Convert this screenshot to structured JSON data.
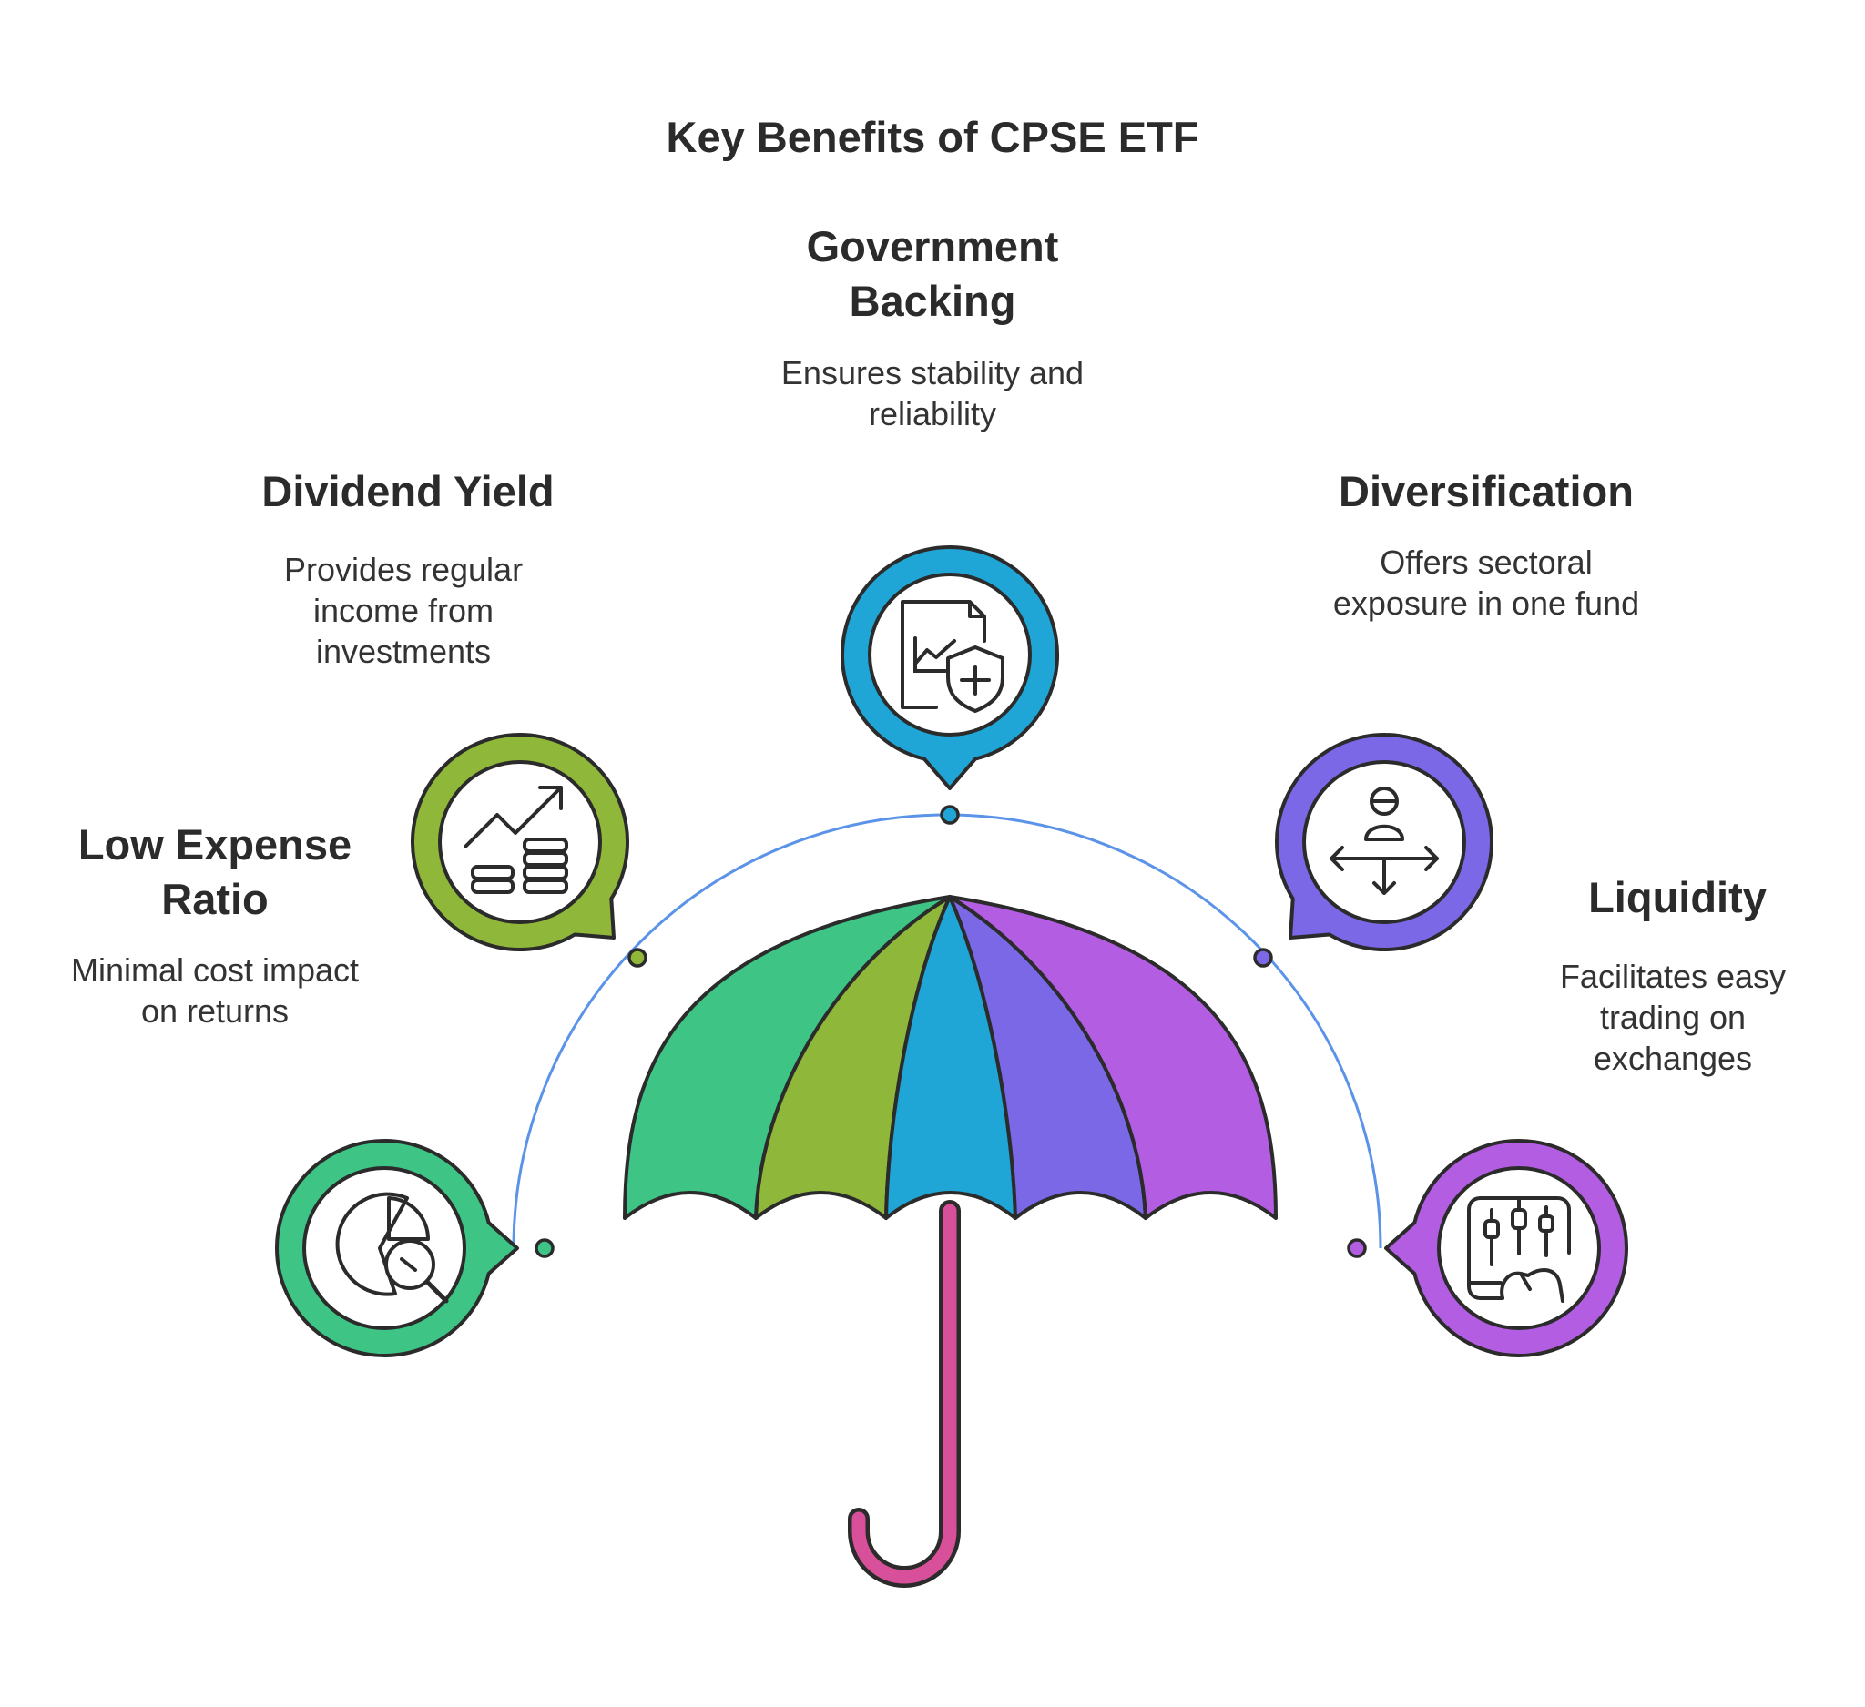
{
  "title": "Key Benefits of CPSE ETF",
  "colors": {
    "arc": "#5b93e8",
    "outline": "#2b2b2b",
    "handle": "#d9509a",
    "green": "#3ec585",
    "olive": "#8fb73a",
    "blue": "#1fa6d6",
    "violet": "#7b68e6",
    "purple": "#b35de3"
  },
  "benefits": [
    {
      "heading_lines": [
        "Low Expense",
        "Ratio"
      ],
      "description_lines": [
        "Minimal cost impact",
        "on returns"
      ],
      "color": "#3ec585",
      "icon": "pie-chart-magnifier-icon"
    },
    {
      "heading_lines": [
        "Dividend Yield"
      ],
      "description_lines": [
        "Provides regular",
        "income from",
        "investments"
      ],
      "color": "#8fb73a",
      "icon": "growth-chart-coins-icon"
    },
    {
      "heading_lines": [
        "Government",
        "Backing"
      ],
      "description_lines": [
        "Ensures stability and",
        "reliability"
      ],
      "color": "#1fa6d6",
      "icon": "document-chart-shield-icon"
    },
    {
      "heading_lines": [
        "Diversification"
      ],
      "description_lines": [
        "Offers sectoral",
        "exposure in one fund"
      ],
      "color": "#7b68e6",
      "icon": "person-directions-icon"
    },
    {
      "heading_lines": [
        "Liquidity"
      ],
      "description_lines": [
        "Facilitates easy",
        "trading on",
        "exchanges"
      ],
      "color": "#b35de3",
      "icon": "phone-candlestick-icon"
    }
  ]
}
